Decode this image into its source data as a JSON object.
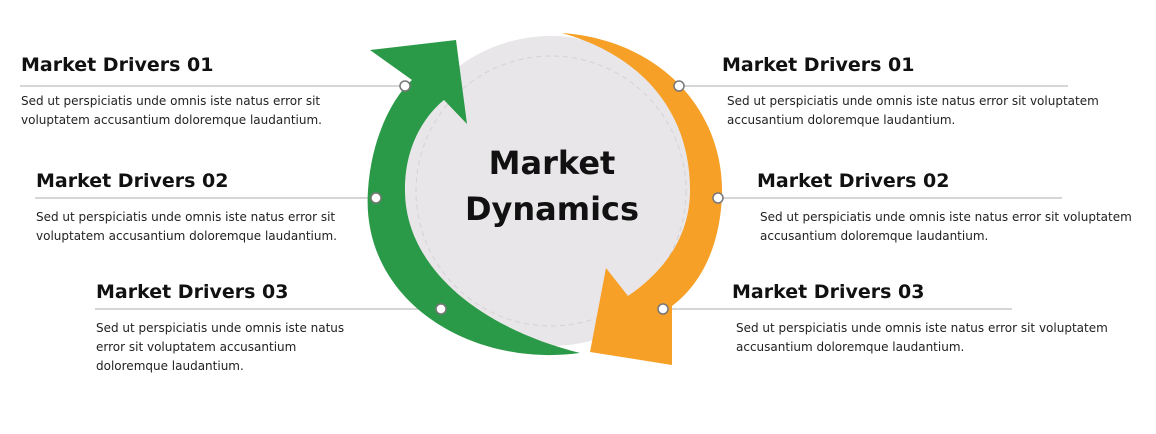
{
  "center": {
    "line1": "Market",
    "line2": "Dynamics"
  },
  "colors": {
    "left_arrow": "#2b9a48",
    "right_arrow": "#f7a027",
    "circle": "#e8e6e8",
    "line": "#c9c9c9"
  },
  "left_items": [
    {
      "title": "Market Drivers 01",
      "desc": "Sed ut perspiciatis unde omnis iste natus error sit voluptatem accusantium doloremque laudantium."
    },
    {
      "title": "Market Drivers 02",
      "desc": "Sed ut perspiciatis unde omnis iste natus error sit voluptatem accusantium doloremque laudantium."
    },
    {
      "title": "Market Drivers 03",
      "desc": "Sed ut perspiciatis unde omnis iste natus error sit voluptatem accusantium doloremque laudantium."
    }
  ],
  "right_items": [
    {
      "title": "Market Drivers 01",
      "desc": "Sed ut perspiciatis unde omnis iste natus error sit voluptatem accusantium doloremque laudantium."
    },
    {
      "title": "Market Drivers 02",
      "desc": "Sed ut perspiciatis unde omnis iste natus error sit voluptatem accusantium doloremque laudantium."
    },
    {
      "title": "Market Drivers 03",
      "desc": "Sed ut perspiciatis unde omnis iste natus error sit voluptatem accusantium doloremque laudantium."
    }
  ]
}
